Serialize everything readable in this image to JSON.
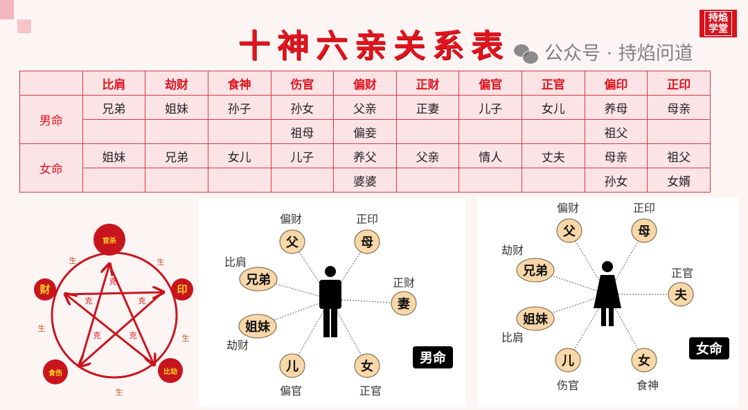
{
  "title": "十神六亲关系表",
  "seal_text": "持焰学堂",
  "table": {
    "headers": [
      "",
      "比肩",
      "劫财",
      "食神",
      "伤官",
      "偏财",
      "正财",
      "偏官",
      "正官",
      "偏印",
      "正印"
    ],
    "groups": [
      {
        "label": "男命",
        "rows": [
          [
            "兄弟",
            "姐妹",
            "孙子",
            "孙女",
            "父亲",
            "正妻",
            "儿子",
            "女儿",
            "养母",
            "母亲"
          ],
          [
            "",
            "",
            "",
            "祖母",
            "偏妾",
            "",
            "",
            "",
            "祖父",
            ""
          ]
        ]
      },
      {
        "label": "女命",
        "rows": [
          [
            "姐妹",
            "兄弟",
            "女儿",
            "儿子",
            "养父",
            "父亲",
            "情人",
            "丈夫",
            "母亲",
            "祖父"
          ],
          [
            "",
            "",
            "",
            "",
            "婆婆",
            "",
            "",
            "",
            "孙女",
            "女婿"
          ]
        ]
      }
    ]
  },
  "wuxing": {
    "nodes": [
      "官杀",
      "印",
      "比劫",
      "食伤",
      "财"
    ],
    "sheng": "生",
    "ke": "克",
    "colors": {
      "red": "#c8151d",
      "gold": "#ffd21f"
    }
  },
  "male": {
    "badge": "男命",
    "nodes": [
      {
        "name": "父",
        "role": "偏财"
      },
      {
        "name": "母",
        "role": "正印"
      },
      {
        "name": "兄弟",
        "role": "比肩"
      },
      {
        "name": "妻",
        "role": "正财"
      },
      {
        "name": "姐妹",
        "role": "劫财"
      },
      {
        "name": "儿",
        "role": "偏官"
      },
      {
        "name": "女",
        "role": "正官"
      }
    ]
  },
  "female": {
    "badge": "女命",
    "nodes": [
      {
        "name": "父",
        "role": "偏财"
      },
      {
        "name": "母",
        "role": "正印"
      },
      {
        "name": "兄弟",
        "role": "劫财"
      },
      {
        "name": "夫",
        "role": "正官"
      },
      {
        "name": "姐妹",
        "role": "比肩"
      },
      {
        "name": "儿",
        "role": "伤官"
      },
      {
        "name": "女",
        "role": "食神"
      }
    ]
  },
  "watermark": "公众号 · 持焰问道"
}
